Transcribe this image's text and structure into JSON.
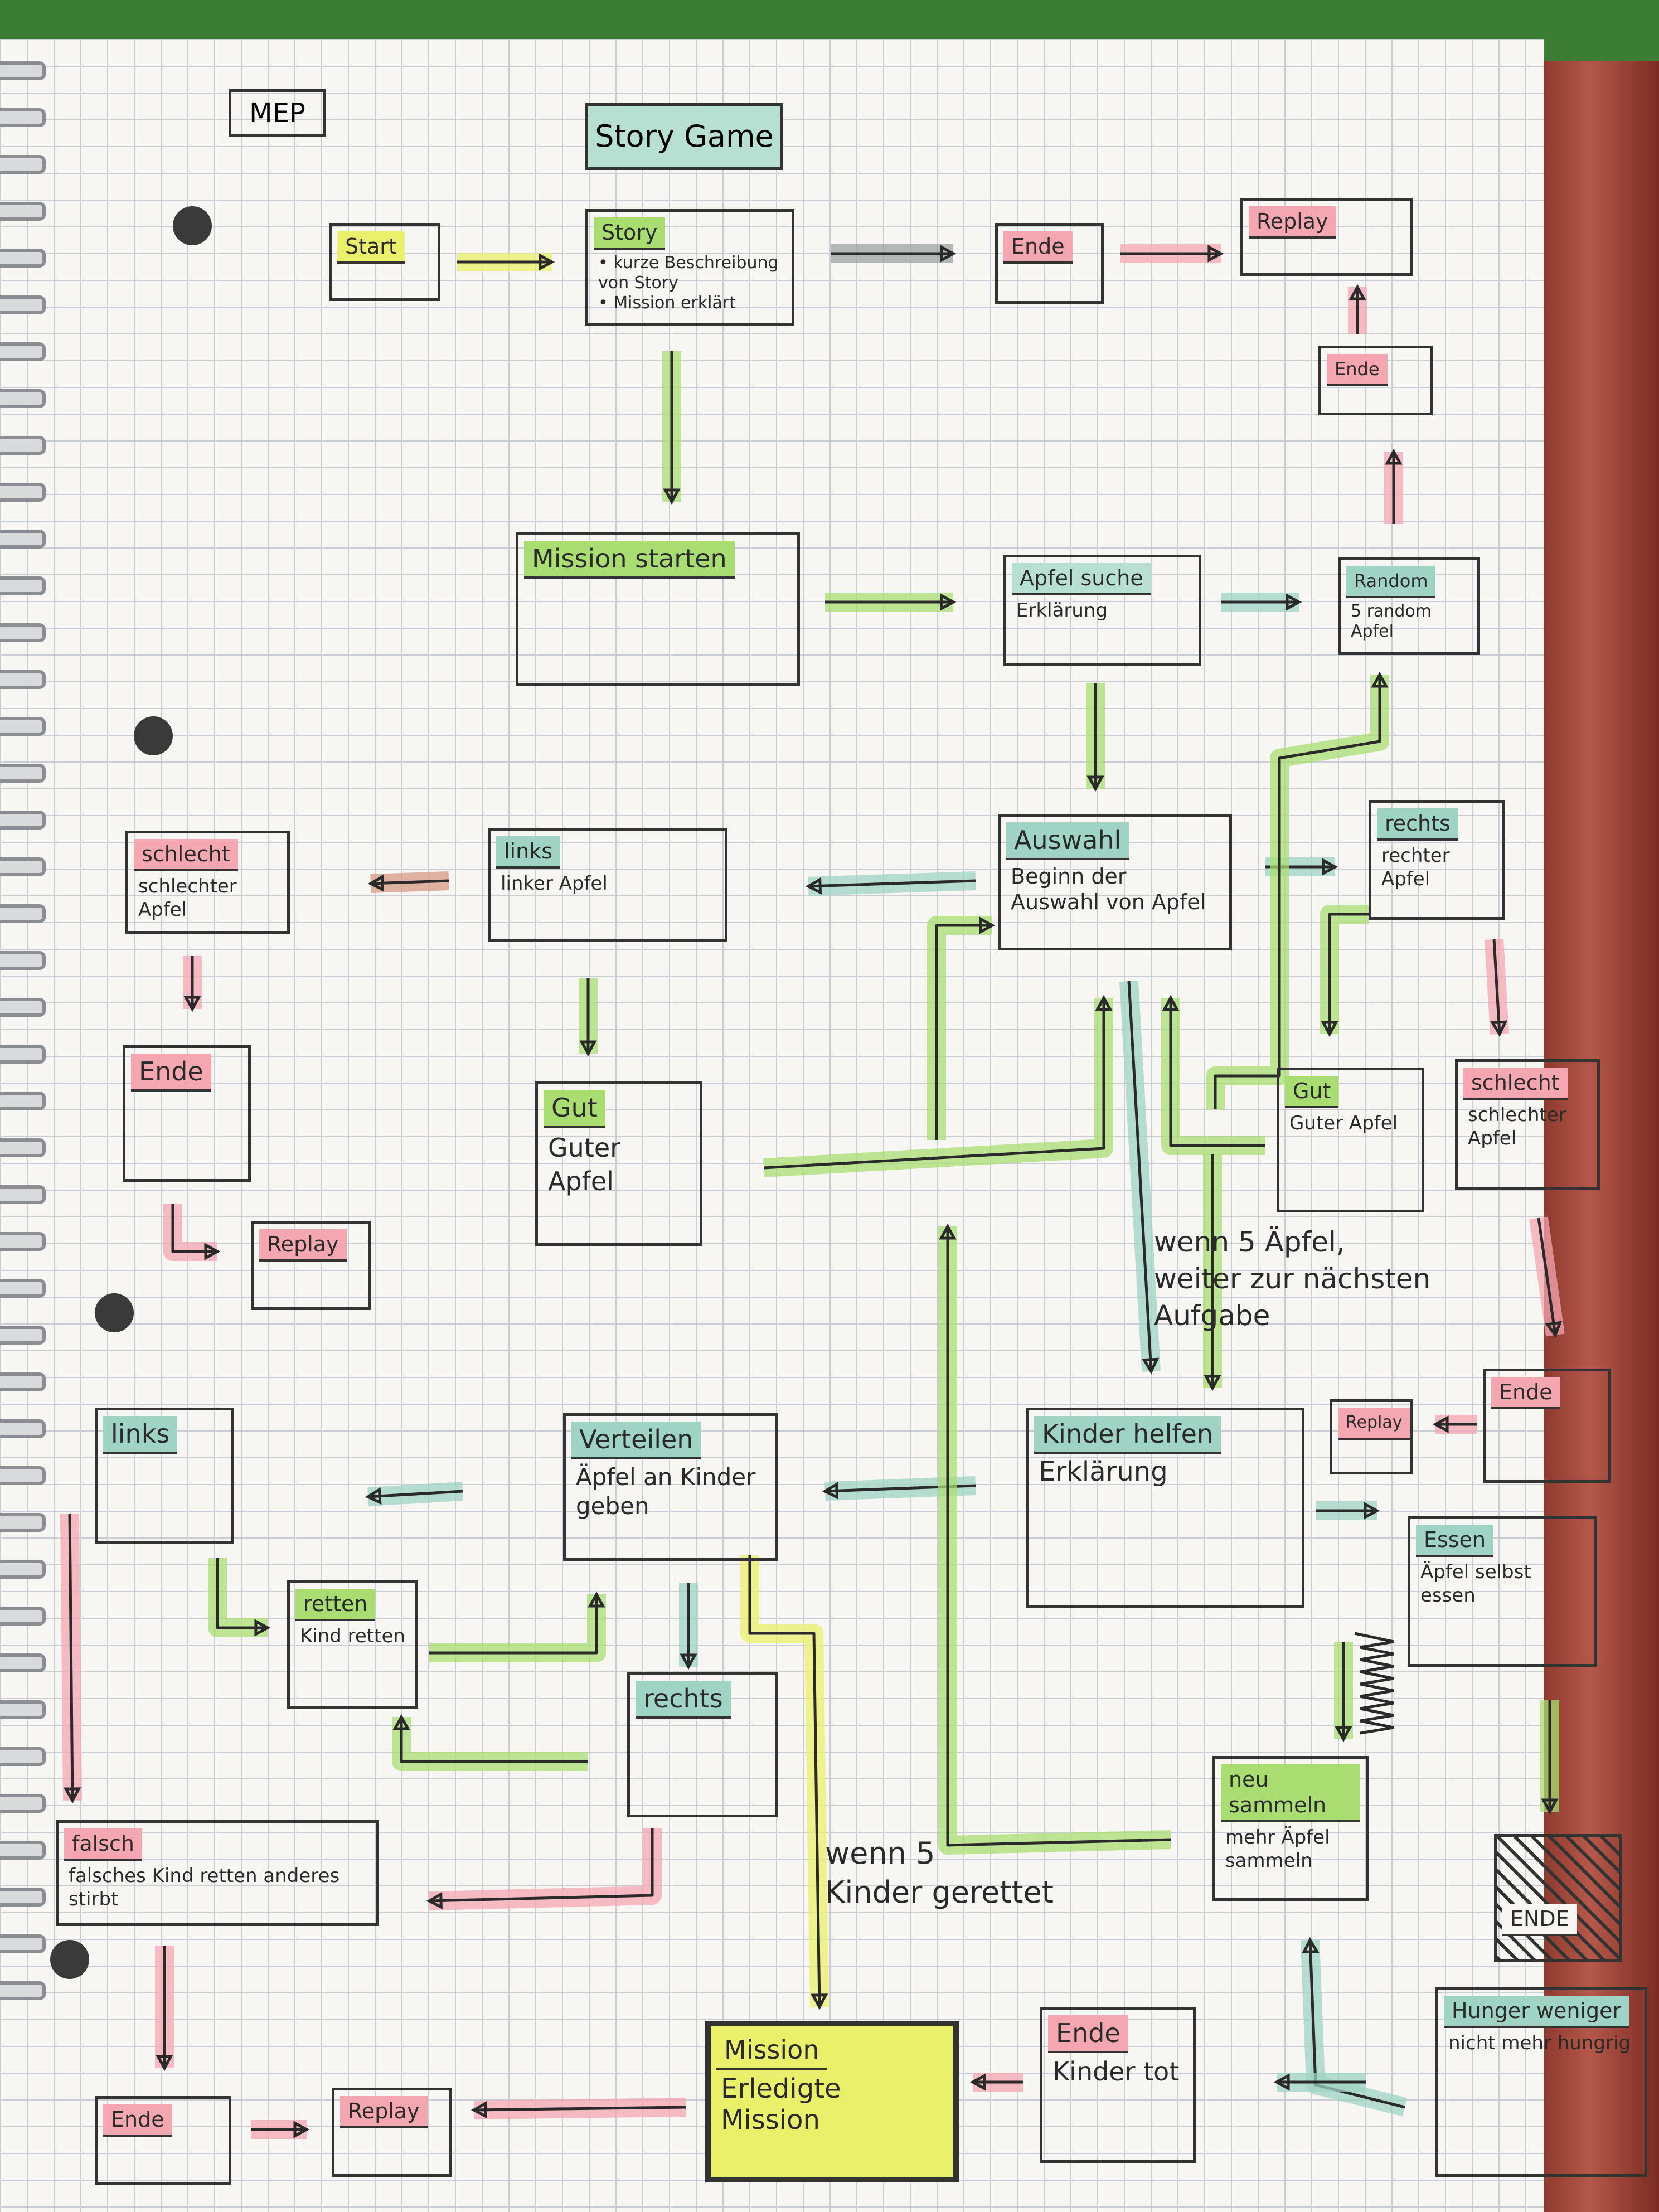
{
  "colors": {
    "yellow": "#eaf06a",
    "green": "#a9dd72",
    "teal": "#9fd3c4",
    "pink": "#f4a6b1",
    "ink": "#2a2a2a"
  },
  "header": {
    "mep": "MEP",
    "title": "Story Game"
  },
  "nodes": {
    "start": {
      "title": "Start",
      "body": ""
    },
    "story": {
      "title": "Story",
      "body": "• kurze Beschreibung von Story\n• Mission erklärt"
    },
    "ende_top": {
      "title": "Ende",
      "body": ""
    },
    "replay_top": {
      "title": "Replay",
      "body": ""
    },
    "ende_rand": {
      "title": "Ende",
      "body": ""
    },
    "mission_starten": {
      "title": "Mission starten",
      "body": ""
    },
    "apfel_suche": {
      "title": "Apfel suche",
      "body": "Erklärung"
    },
    "random": {
      "title": "Random",
      "body": "5 random Apfel"
    },
    "schlecht_left": {
      "title": "schlecht",
      "body": "schlechter Apfel"
    },
    "links_1": {
      "title": "links",
      "body": "linker Apfel"
    },
    "auswahl": {
      "title": "Auswahl",
      "body": "Beginn der Auswahl von Apfel"
    },
    "rechts_1": {
      "title": "rechts",
      "body": "rechter Apfel"
    },
    "ende_left": {
      "title": "Ende",
      "body": ""
    },
    "replay_left": {
      "title": "Replay",
      "body": ""
    },
    "gut_left": {
      "title": "Gut",
      "body": "Guter Apfel"
    },
    "gut_right": {
      "title": "Gut",
      "body": "Guter Apfel"
    },
    "schlecht_right": {
      "title": "schlecht",
      "body": "schlechter Apfel"
    },
    "ende_right": {
      "title": "Ende",
      "body": ""
    },
    "replay_right": {
      "title": "Replay",
      "body": ""
    },
    "links_2": {
      "title": "links",
      "body": ""
    },
    "verteilen": {
      "title": "Verteilen",
      "body": "Äpfel an Kinder geben"
    },
    "kinder_helfen": {
      "title": "Kinder helfen",
      "body": "Erklärung"
    },
    "essen": {
      "title": "Essen",
      "body": "Äpfel selbst essen"
    },
    "retten": {
      "title": "retten",
      "body": "Kind retten"
    },
    "rechts_2": {
      "title": "rechts",
      "body": ""
    },
    "neu_sammeln": {
      "title": "neu sammeln",
      "body": "mehr Äpfel sammeln"
    },
    "falsch": {
      "title": "falsch",
      "body": "falsches Kind retten anderes stirbt"
    },
    "ende_bottom": {
      "title": "Ende",
      "body": ""
    },
    "replay_bottom": {
      "title": "Replay",
      "body": ""
    },
    "mission": {
      "title": "Mission",
      "body": "Erledigte Mission"
    },
    "ende_kinder": {
      "title": "Ende",
      "body": "Kinder tot"
    },
    "hunger": {
      "title": "Hunger weniger",
      "body": "nicht mehr hungrig"
    },
    "crossed_ende": {
      "title": "ENDE",
      "body": ""
    }
  },
  "annotations": {
    "wenn_5_aepfel": "wenn 5 Äpfel,\nweiter zur nächsten\nAufgabe",
    "wenn_5_kinder": "wenn 5\nKinder gerettet"
  }
}
